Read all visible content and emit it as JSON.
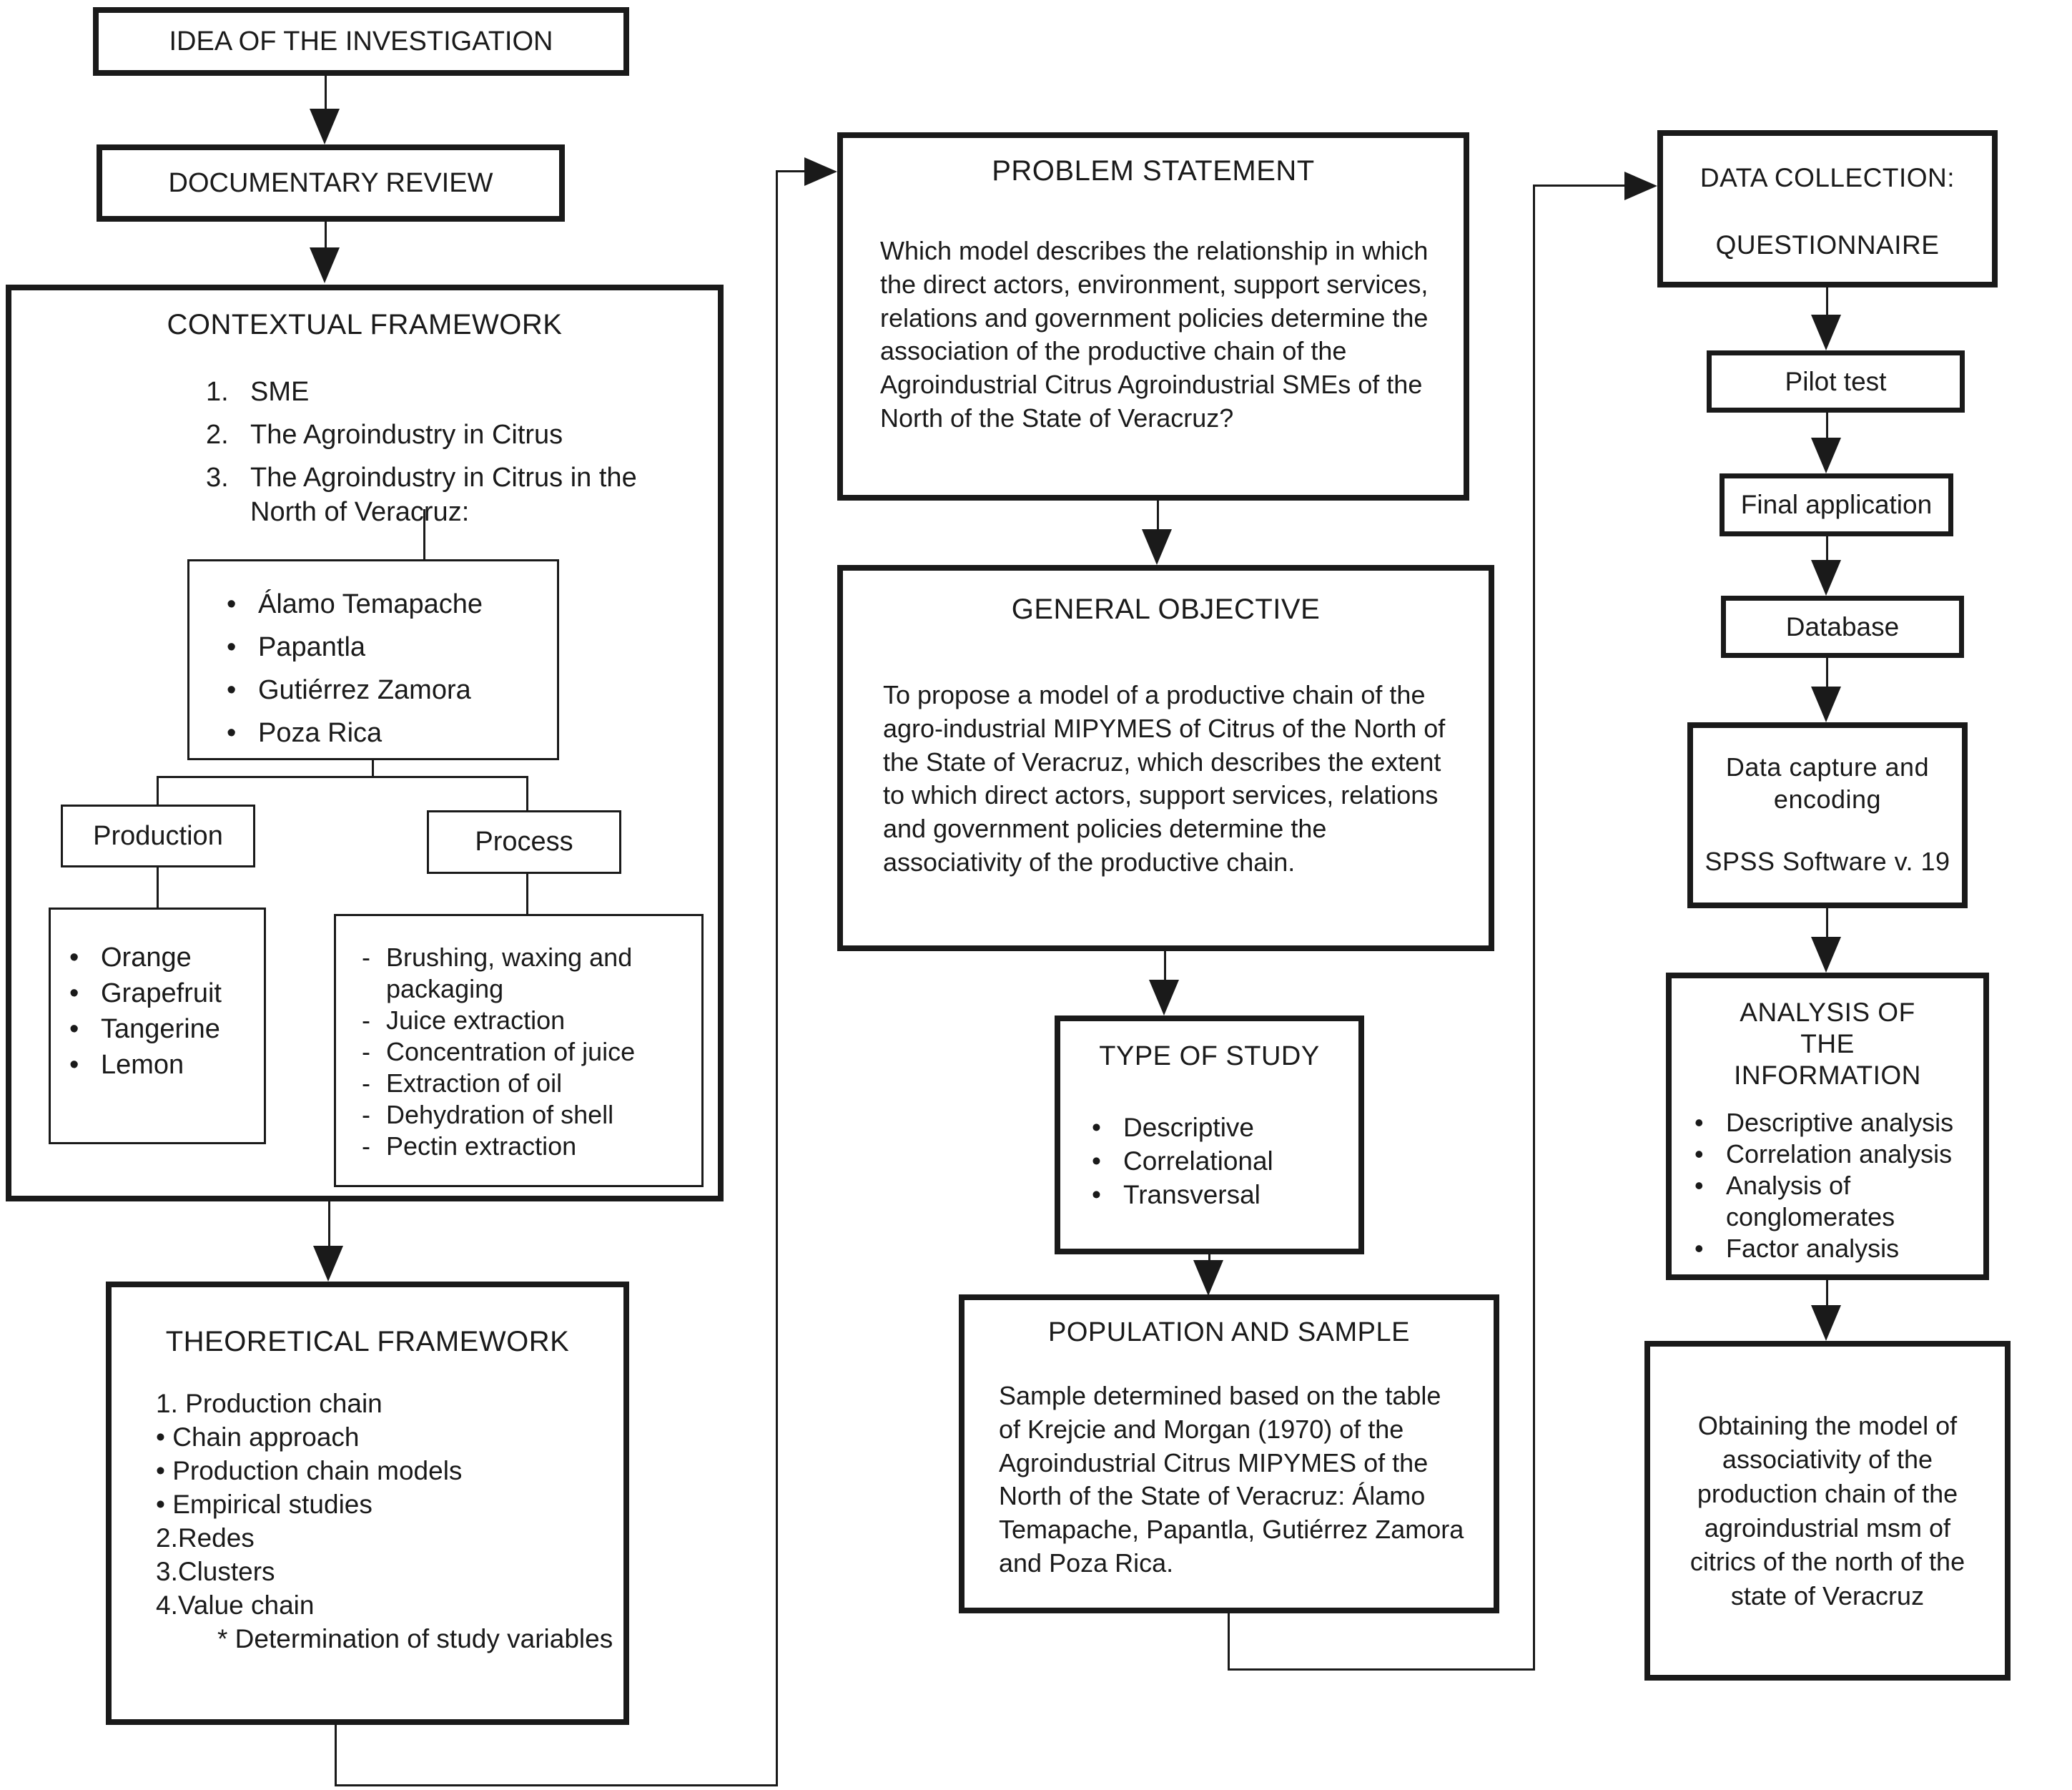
{
  "colors": {
    "ink": "#1a1a1a",
    "background": "#ffffff"
  },
  "nodes": {
    "idea": {
      "label": "IDEA OF THE INVESTIGATION"
    },
    "documentary": {
      "label": "DOCUMENTARY REVIEW"
    },
    "contextual": {
      "title": "CONTEXTUAL FRAMEWORK",
      "items": [
        {
          "n": "1.",
          "text": "SME"
        },
        {
          "n": "2.",
          "text": "The Agroindustry in Citrus"
        },
        {
          "n": "3.",
          "text": "The Agroindustry in Citrus in the North of Veracruz:"
        }
      ],
      "municipalities": [
        "Álamo Temapache",
        "Papantla",
        "Gutiérrez Zamora",
        "Poza Rica"
      ],
      "production": {
        "label": "Production",
        "items": [
          "Orange",
          "Grapefruit",
          "Tangerine",
          "Lemon"
        ]
      },
      "process": {
        "label": "Process",
        "items": [
          "Brushing, waxing and packaging",
          "Juice extraction",
          "Concentration of juice",
          "Extraction of oil",
          "Dehydration of shell",
          "Pectin extraction"
        ]
      }
    },
    "theoretical": {
      "title": "THEORETICAL FRAMEWORK",
      "items": [
        "1. Production chain",
        "•  Chain approach",
        "•  Production chain models",
        "•  Empirical studies",
        "2.Redes",
        "3.Clusters",
        "4.Value chain",
        "* Determination of study variables"
      ]
    },
    "problem": {
      "title": "PROBLEM STATEMENT",
      "body": "Which model describes the relationship in which the direct actors, environment, support services, relations and government policies determine the association of the productive chain of the Agroindustrial Citrus Agroindustrial SMEs of the North of the State of Veracruz?"
    },
    "general_objective": {
      "title": "GENERAL OBJECTIVE",
      "body": "To propose a model of a productive chain of the agro-industrial MIPYMES of Citrus of the North of the State of Veracruz, which describes the extent to which direct actors, support services, relations and government policies determine the associativity of the productive chain."
    },
    "type_of_study": {
      "title": "TYPE OF STUDY",
      "items": [
        "Descriptive",
        "Correlational",
        "Transversal"
      ]
    },
    "population": {
      "title": "POPULATION AND SAMPLE",
      "body": "Sample determined based on the table of Krejcie and Morgan (1970) of the Agroindustrial Citrus MIPYMES of the North of the State of Veracruz: Álamo Temapache, Papantla, Gutiérrez Zamora and Poza Rica."
    },
    "data_collection": {
      "line1": "DATA COLLECTION:",
      "line2": "QUESTIONNAIRE"
    },
    "pilot_test": {
      "label": "Pilot test"
    },
    "final_application": {
      "label": "Final application"
    },
    "database": {
      "label": "Database"
    },
    "data_capture": {
      "line1": "Data capture and encoding",
      "line2": "SPSS Software v. 19"
    },
    "analysis": {
      "title_lines": [
        "ANALYSIS OF",
        "THE",
        "INFORMATION"
      ],
      "items": [
        "Descriptive analysis",
        "Correlation analysis",
        "Analysis of conglomerates",
        "Factor analysis"
      ]
    },
    "obtaining": {
      "body": "Obtaining the model of associativity of the production chain of the agroindustrial msm of citrics of the north of the state of Veracruz"
    }
  }
}
